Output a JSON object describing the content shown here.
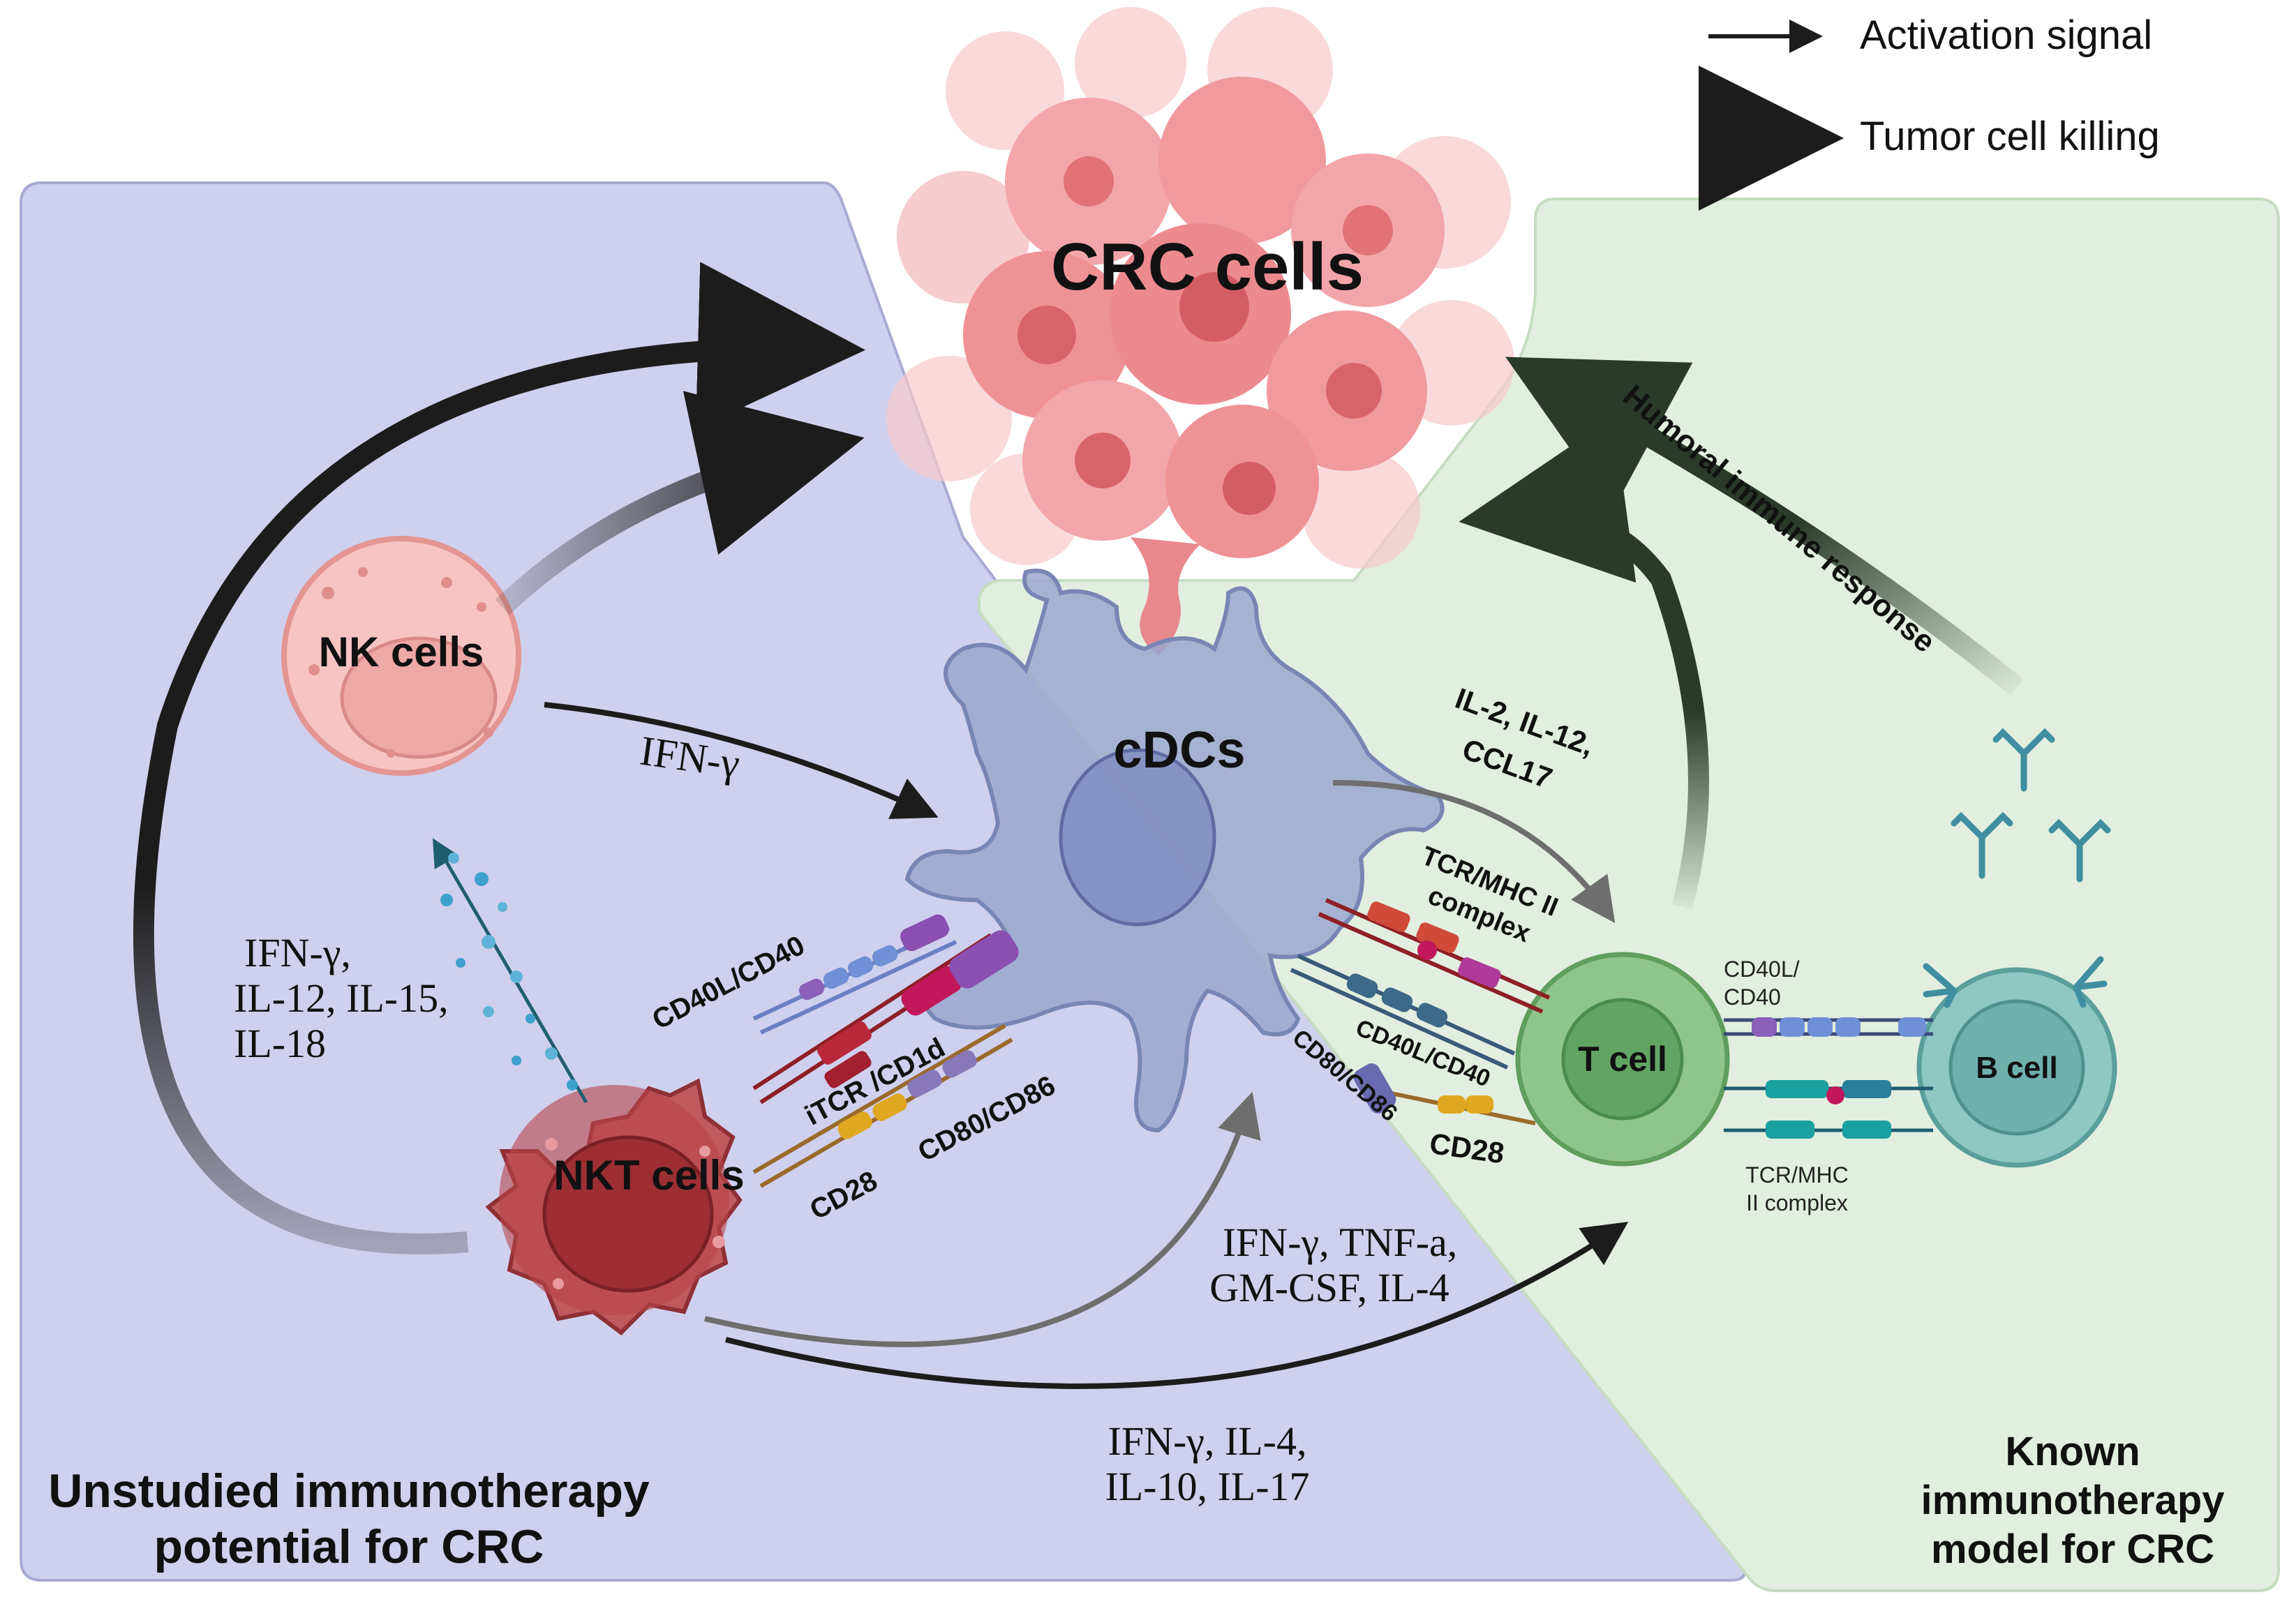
{
  "legend": {
    "activation": "Activation signal",
    "killing": "Tumor cell killing"
  },
  "cells": {
    "crc": "CRC cells",
    "nk": "NK cells",
    "nkt": "NKT cells",
    "cdc": "cDCs",
    "tcell": "T cell",
    "bcell": "B cell"
  },
  "signals": {
    "nk_ifn": "IFN-γ",
    "nk_stim_1": "IFN-γ,",
    "nk_stim_2": "IL-12, IL-15,",
    "nk_stim_3": "IL-18",
    "nkt_cdc_1": "IFN-γ, TNF-a,",
    "nkt_cdc_2": "GM-CSF, IL-4",
    "nkt_t_1": "IFN-γ, IL-4,",
    "nkt_t_2": "IL-10, IL-17",
    "cdc_t_1": "IL-2, IL-12,",
    "cdc_t_2": "CCL17",
    "humoral": "Humoral immune response"
  },
  "receptors": {
    "nkt_cd40": "CD40L/CD40",
    "nkt_itcr": "iTCR /CD1d",
    "nkt_cd28": "CD28",
    "nkt_cd80": "CD80/CD86",
    "t_tcr_1": "TCR/MHC II",
    "t_tcr_2": "complex",
    "t_cd40": "CD40L/CD40",
    "t_cd80": "CD80/CD86",
    "t_cd28": "CD28",
    "b_cd40_1": "CD40L/",
    "b_cd40_2": "CD40",
    "b_tcr_1": "TCR/MHC",
    "b_tcr_2": "II complex"
  },
  "panels": {
    "left_1": "Unstudied immunotherapy",
    "left_2": "potential for CRC",
    "right_1": "Known",
    "right_2": "immunotherapy",
    "right_3": "model for CRC"
  },
  "colors": {
    "left_panel": "#cfd0ee",
    "right_panel": "#e2eedf",
    "crc": "#ef8f93",
    "nk": "#f7c4c2",
    "nkt": "#b8454a",
    "cdc": "#9aa7cf",
    "tcell": "#8ec58a",
    "bcell": "#7ab9b6",
    "arrow": "#1c1c1c"
  }
}
